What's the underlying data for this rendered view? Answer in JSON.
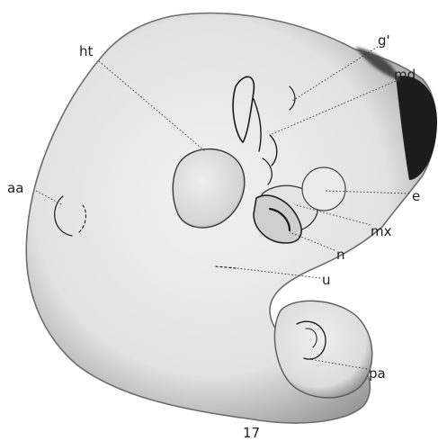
{
  "figure": {
    "figure_number": "17",
    "labels": {
      "ht": "ht",
      "g1": "g'",
      "md": "md",
      "aa": "aa",
      "e": "e",
      "mx": "mx",
      "n": "n",
      "u": "u",
      "pa": "pa"
    }
  }
}
